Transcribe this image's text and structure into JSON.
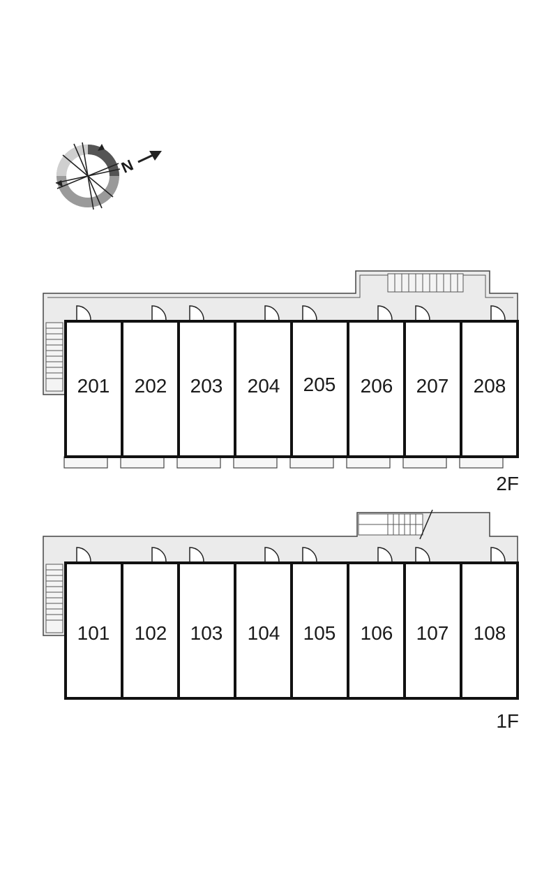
{
  "compass": {
    "north_label": "N",
    "icon": "compass-rose-icon"
  },
  "floors": [
    {
      "label": "2F",
      "units": [
        "201",
        "202",
        "203",
        "204",
        "205",
        "206",
        "207",
        "208"
      ]
    },
    {
      "label": "1F",
      "units": [
        "101",
        "102",
        "103",
        "104",
        "105",
        "106",
        "107",
        "108"
      ]
    }
  ],
  "colors": {
    "corridor": "#ebebeb",
    "wall": "#111111",
    "unit_fill": "#ffffff"
  }
}
